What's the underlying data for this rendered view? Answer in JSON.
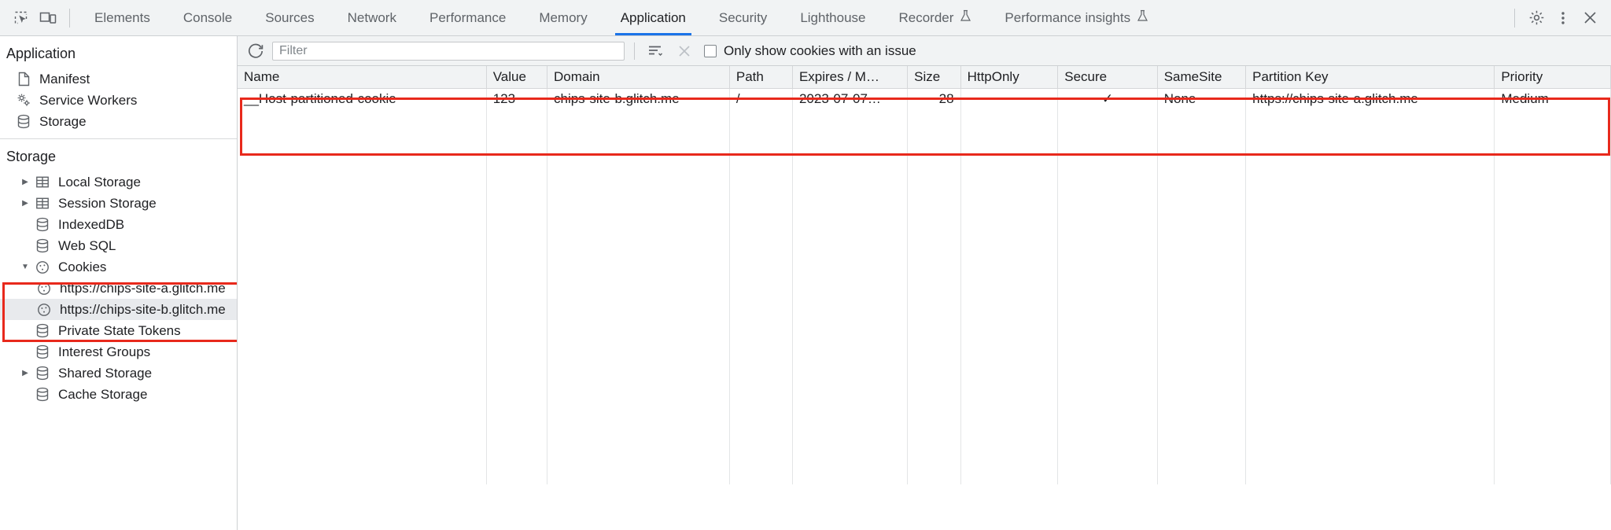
{
  "toolbar": {
    "inspect_icon": "inspect-element-icon",
    "device_icon": "device-toolbar-icon",
    "tabs": [
      {
        "label": "Elements",
        "active": false,
        "experimental": false
      },
      {
        "label": "Console",
        "active": false,
        "experimental": false
      },
      {
        "label": "Sources",
        "active": false,
        "experimental": false
      },
      {
        "label": "Network",
        "active": false,
        "experimental": false
      },
      {
        "label": "Performance",
        "active": false,
        "experimental": false
      },
      {
        "label": "Memory",
        "active": false,
        "experimental": false
      },
      {
        "label": "Application",
        "active": true,
        "experimental": false
      },
      {
        "label": "Security",
        "active": false,
        "experimental": false
      },
      {
        "label": "Lighthouse",
        "active": false,
        "experimental": false
      },
      {
        "label": "Recorder",
        "active": false,
        "experimental": true
      },
      {
        "label": "Performance insights",
        "active": false,
        "experimental": true
      }
    ],
    "settings_icon": "gear-icon",
    "more_icon": "kebab-menu-icon",
    "close_icon": "close-icon",
    "active_tab_accent": "#1a73e8"
  },
  "sidebar": {
    "application_section_title": "Application",
    "application_items": [
      {
        "label": "Manifest",
        "icon": "document-icon",
        "expandable": false,
        "expanded": false,
        "selected": false
      },
      {
        "label": "Service Workers",
        "icon": "gears-icon",
        "expandable": false,
        "expanded": false,
        "selected": false
      },
      {
        "label": "Storage",
        "icon": "database-icon",
        "expandable": false,
        "expanded": false,
        "selected": false
      }
    ],
    "storage_section_title": "Storage",
    "storage_items": [
      {
        "label": "Local Storage",
        "icon": "table-icon",
        "expandable": true,
        "expanded": false,
        "selected": false
      },
      {
        "label": "Session Storage",
        "icon": "table-icon",
        "expandable": true,
        "expanded": false,
        "selected": false
      },
      {
        "label": "IndexedDB",
        "icon": "database-icon",
        "expandable": false,
        "expanded": false,
        "selected": false
      },
      {
        "label": "Web SQL",
        "icon": "database-icon",
        "expandable": false,
        "expanded": false,
        "selected": false
      },
      {
        "label": "Cookies",
        "icon": "cookie-icon",
        "expandable": true,
        "expanded": true,
        "selected": false
      },
      {
        "label": "Private State Tokens",
        "icon": "database-icon",
        "expandable": false,
        "expanded": false,
        "selected": false
      },
      {
        "label": "Interest Groups",
        "icon": "database-icon",
        "expandable": false,
        "expanded": false,
        "selected": false
      },
      {
        "label": "Shared Storage",
        "icon": "database-icon",
        "expandable": true,
        "expanded": false,
        "selected": false
      },
      {
        "label": "Cache Storage",
        "icon": "database-icon",
        "expandable": false,
        "expanded": false,
        "selected": false
      }
    ],
    "cookie_children": [
      {
        "label": "https://chips-site-a.glitch.me",
        "icon": "cookie-icon",
        "selected": false
      },
      {
        "label": "https://chips-site-b.glitch.me",
        "icon": "cookie-icon",
        "selected": true
      }
    ]
  },
  "filter_bar": {
    "refresh_icon": "refresh-icon",
    "filter_placeholder": "Filter",
    "filter_value": "",
    "filter_list_icon": "filter-list-icon",
    "clear_icon": "clear-x-icon",
    "checkbox_label": "Only show cookies with an issue",
    "checkbox_checked": false
  },
  "table": {
    "columns": [
      "Name",
      "Value",
      "Domain",
      "Path",
      "Expires / M…",
      "Size",
      "HttpOnly",
      "Secure",
      "SameSite",
      "Partition Key",
      "Priority"
    ],
    "rows": [
      {
        "name": "__Host-partitioned-cookie",
        "value": "123",
        "domain": "chips-site-b.glitch.me",
        "path": "/",
        "expires": "2023-07-07…",
        "size": "28",
        "httponly": "",
        "secure": "✓",
        "samesite": "None",
        "partition_key": "https://chips-site-a.glitch.me",
        "priority": "Medium"
      }
    ]
  },
  "annotations": {
    "highlight_color": "#e8291c",
    "boxes": [
      "cookies-tree-highlight",
      "cookie-table-highlight"
    ]
  }
}
